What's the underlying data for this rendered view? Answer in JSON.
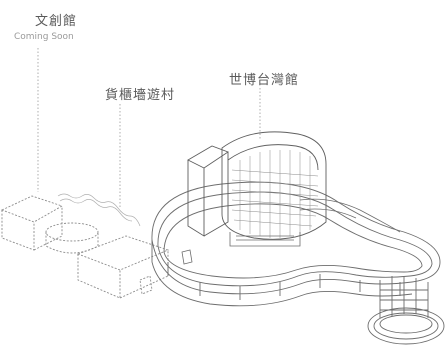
{
  "labels": {
    "wenchuang_title": "文創館",
    "wenchuang_sub": "Coming Soon",
    "container_village": "貨櫃墻遊村",
    "world_expo_taiwan": "世博台灣館"
  },
  "colors": {
    "line": "#6d6d6d",
    "dotted": "#8c8c8c",
    "label": "#5a5a5a"
  }
}
